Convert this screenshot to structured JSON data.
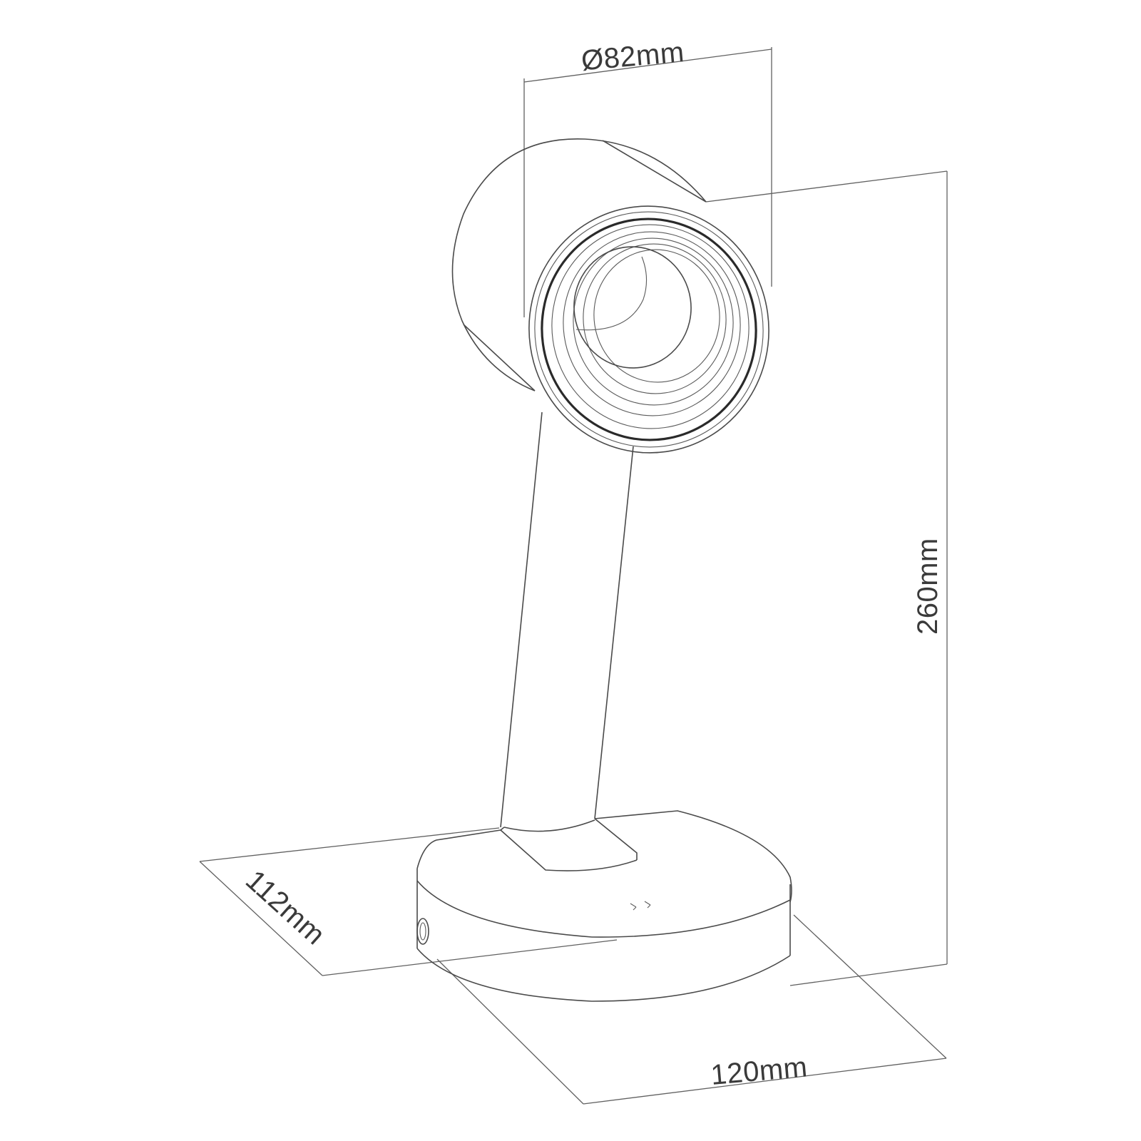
{
  "dimensions": {
    "diameter": "Ø82mm",
    "height": "260mm",
    "depth": "112mm",
    "width": "120mm"
  },
  "colors": {
    "line": "#4a4a4a",
    "text": "#3a3a3a",
    "background": "#ffffff"
  }
}
